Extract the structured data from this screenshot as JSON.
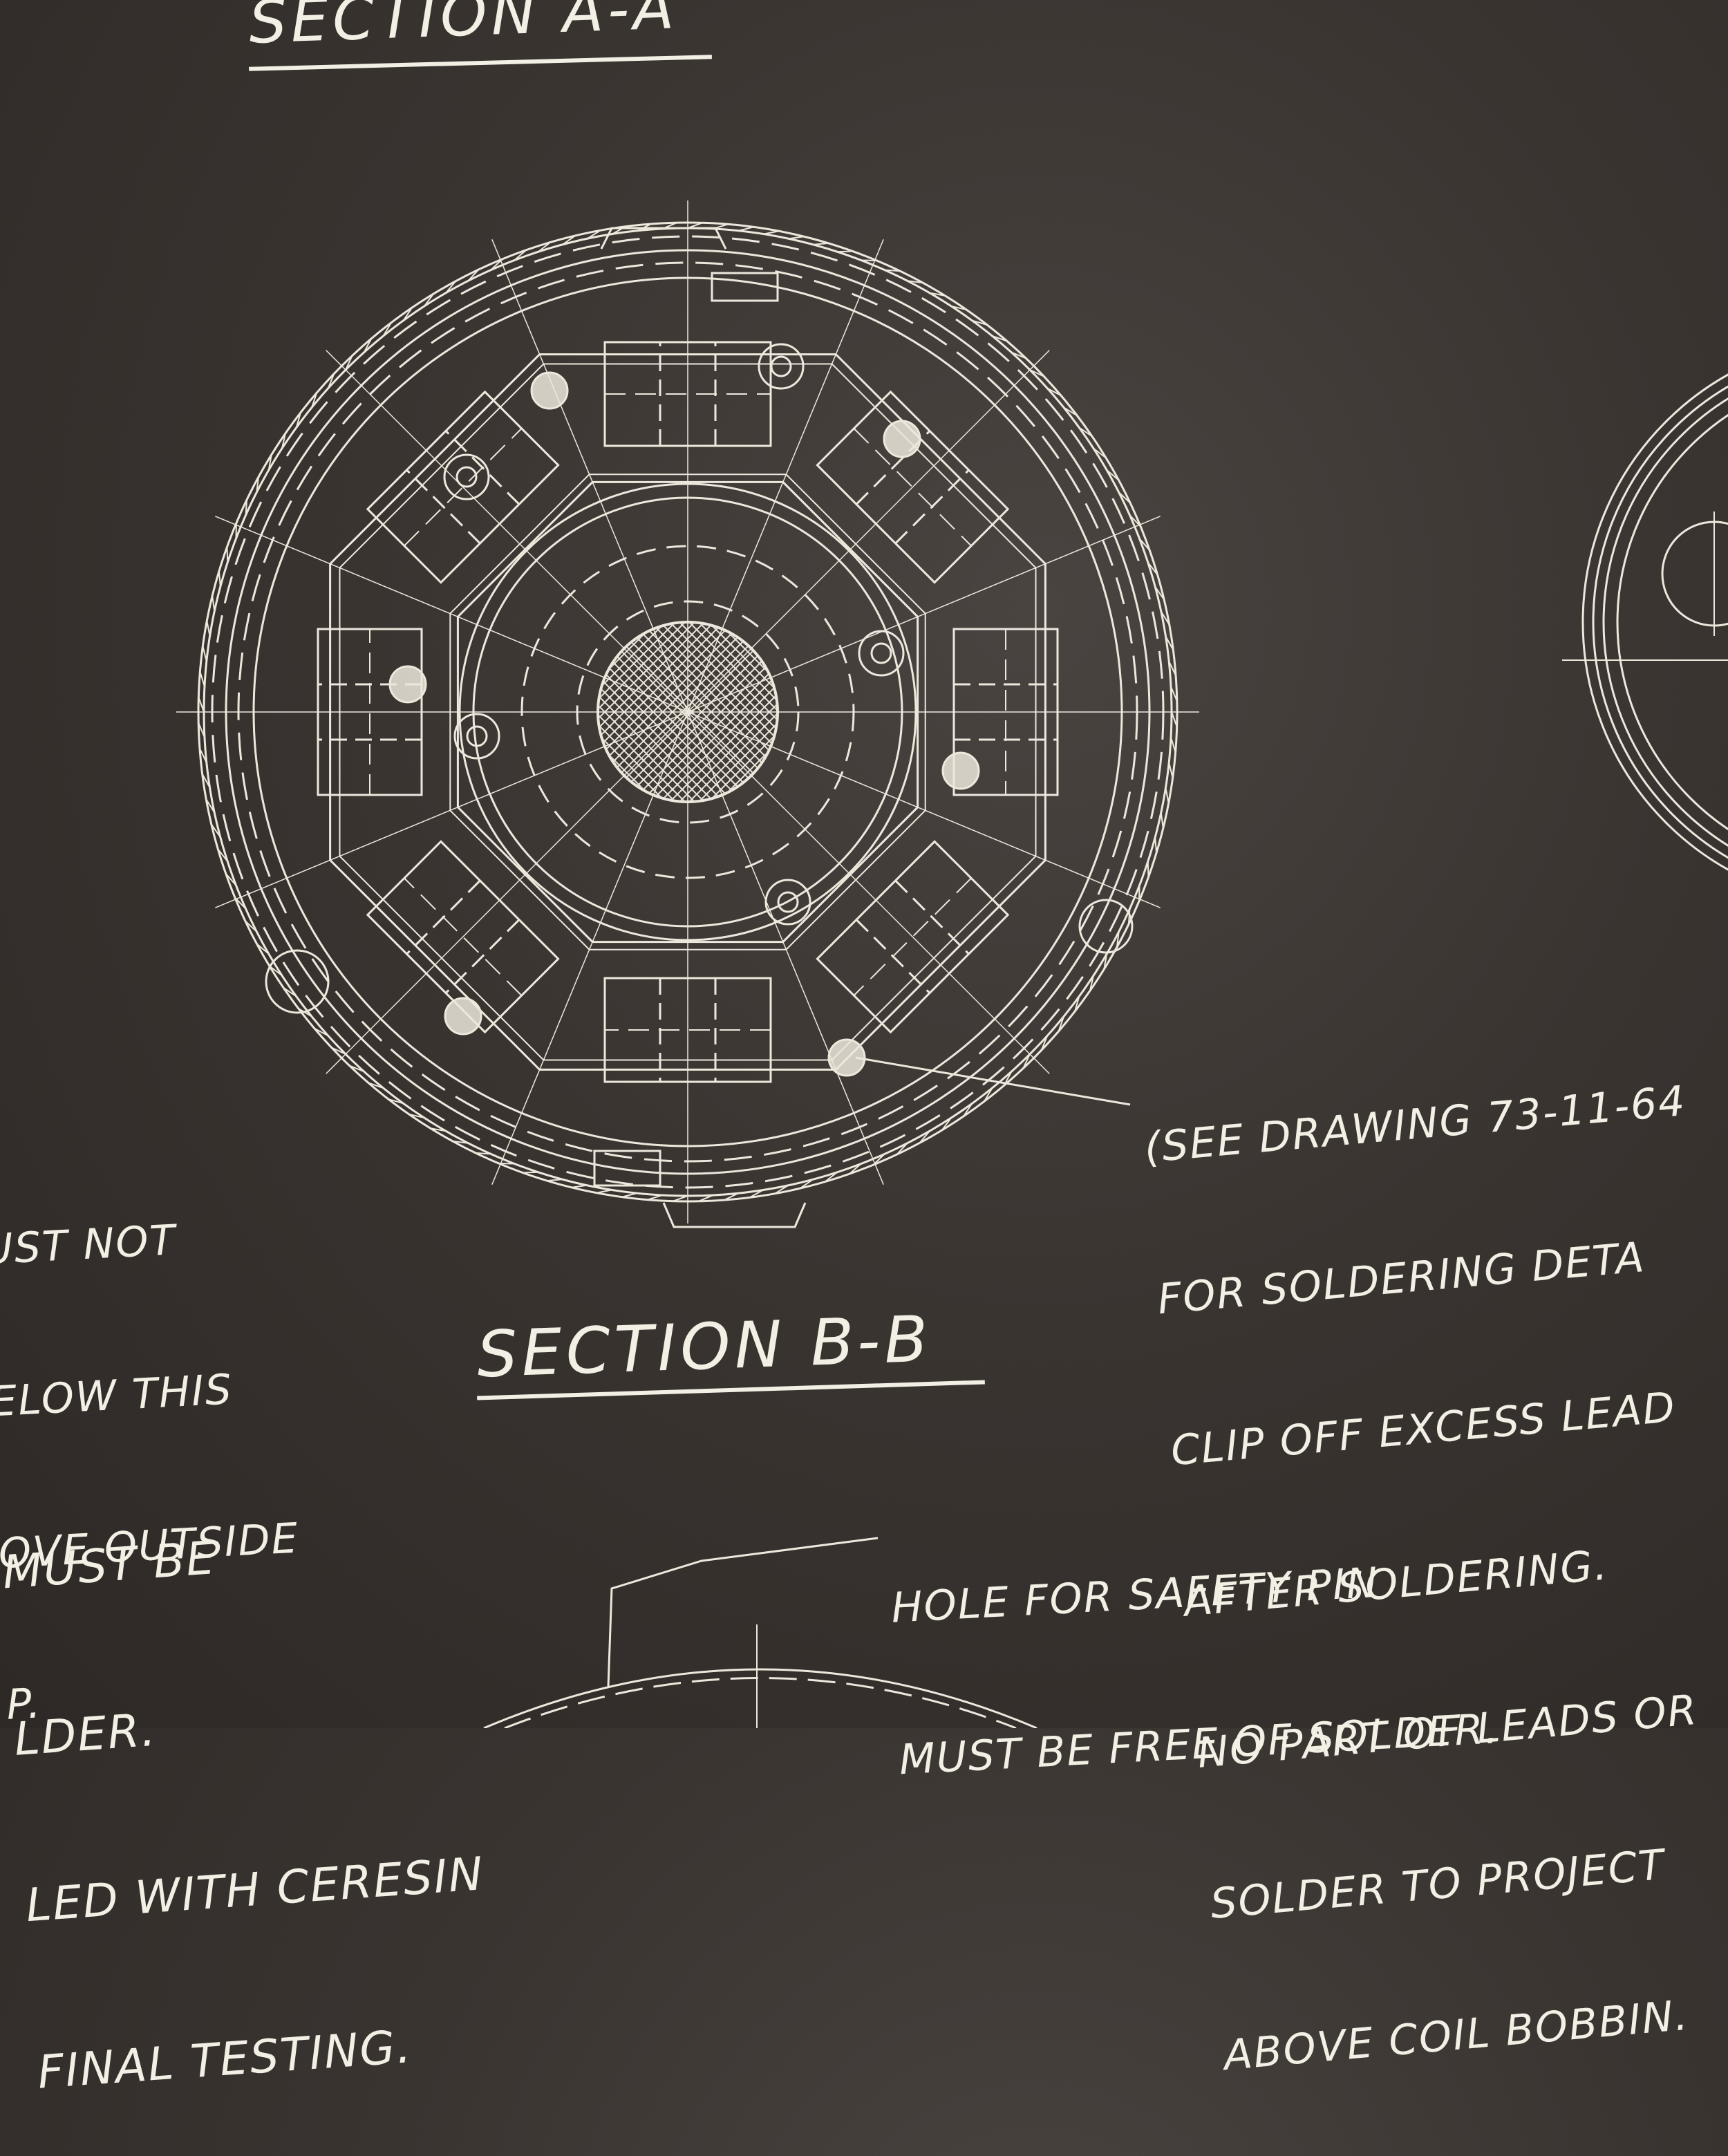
{
  "section_a_title": "SECTION A-A",
  "section_b_title": "SECTION B-B",
  "left_note_top": [
    "UST NOT",
    "ELOW THIS",
    "OVE OUTSIDE",
    "P."
  ],
  "right_note": [
    "(SEE DRAWING 73-11-64",
    "FOR SOLDERING DETA",
    "CLIP OFF EXCESS LEAD",
    "AFTER SOLDERING.",
    "NO PART OF LEADS OR",
    "SOLDER TO PROJECT",
    "ABOVE COIL BOBBIN."
  ],
  "safety_pin_note": [
    "HOLE FOR SAFETY PIN",
    "MUST BE FREE OF SOLDER."
  ],
  "left_note_bottom": [
    "MUST BE",
    "LDER.",
    "LED WITH CERESIN",
    "FINAL TESTING."
  ]
}
